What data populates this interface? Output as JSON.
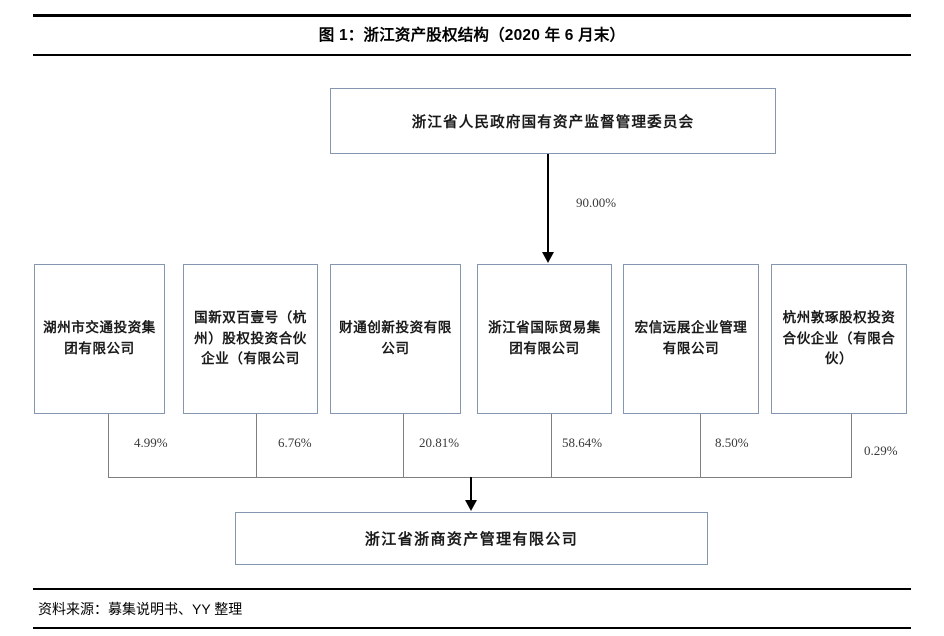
{
  "figure": {
    "title": "图 1：浙江资产股权结构（2020 年 6 月末）",
    "source": "资料来源：募集说明书、YY 整理"
  },
  "chart_data": {
    "type": "diagram",
    "title": "图 1：浙江资产股权结构（2020 年 6 月末）",
    "subtype": "ownership-structure-tree",
    "nodes": [
      {
        "id": "sasac",
        "label": "浙江省人民政府国有资产监督管理委员会",
        "level": "top"
      },
      {
        "id": "huzhou",
        "label": "湖州市交通投资集团有限公司",
        "level": "middle"
      },
      {
        "id": "guoxin",
        "label": "国新双百壹号（杭州）股权投资合伙企业（有限公司",
        "level": "middle"
      },
      {
        "id": "caitong",
        "label": "财通创新投资有限公司",
        "level": "middle"
      },
      {
        "id": "zjitg",
        "label": "浙江省国际贸易集团有限公司",
        "level": "middle"
      },
      {
        "id": "hongxin",
        "label": "宏信远展企业管理有限公司",
        "level": "middle"
      },
      {
        "id": "dunzhuo",
        "label": "杭州敦琢股权投资合伙企业（有限合伙）",
        "level": "middle"
      },
      {
        "id": "target",
        "label": "浙江省浙商资产管理有限公司",
        "level": "bottom"
      }
    ],
    "edges": [
      {
        "from": "sasac",
        "to": "zjitg",
        "label": "90.00%"
      },
      {
        "from": "huzhou",
        "to": "target",
        "label": "4.99%"
      },
      {
        "from": "guoxin",
        "to": "target",
        "label": "6.76%"
      },
      {
        "from": "caitong",
        "to": "target",
        "label": "20.81%"
      },
      {
        "from": "zjitg",
        "to": "target",
        "label": "58.64%"
      },
      {
        "from": "hongxin",
        "to": "target",
        "label": "8.50%"
      },
      {
        "from": "dunzhuo",
        "to": "target",
        "label": "0.29%"
      }
    ],
    "colors": {
      "box_border": "#8496b0",
      "connector": "#7f7f7f",
      "arrow": "#000000",
      "rule": "#000000"
    }
  }
}
